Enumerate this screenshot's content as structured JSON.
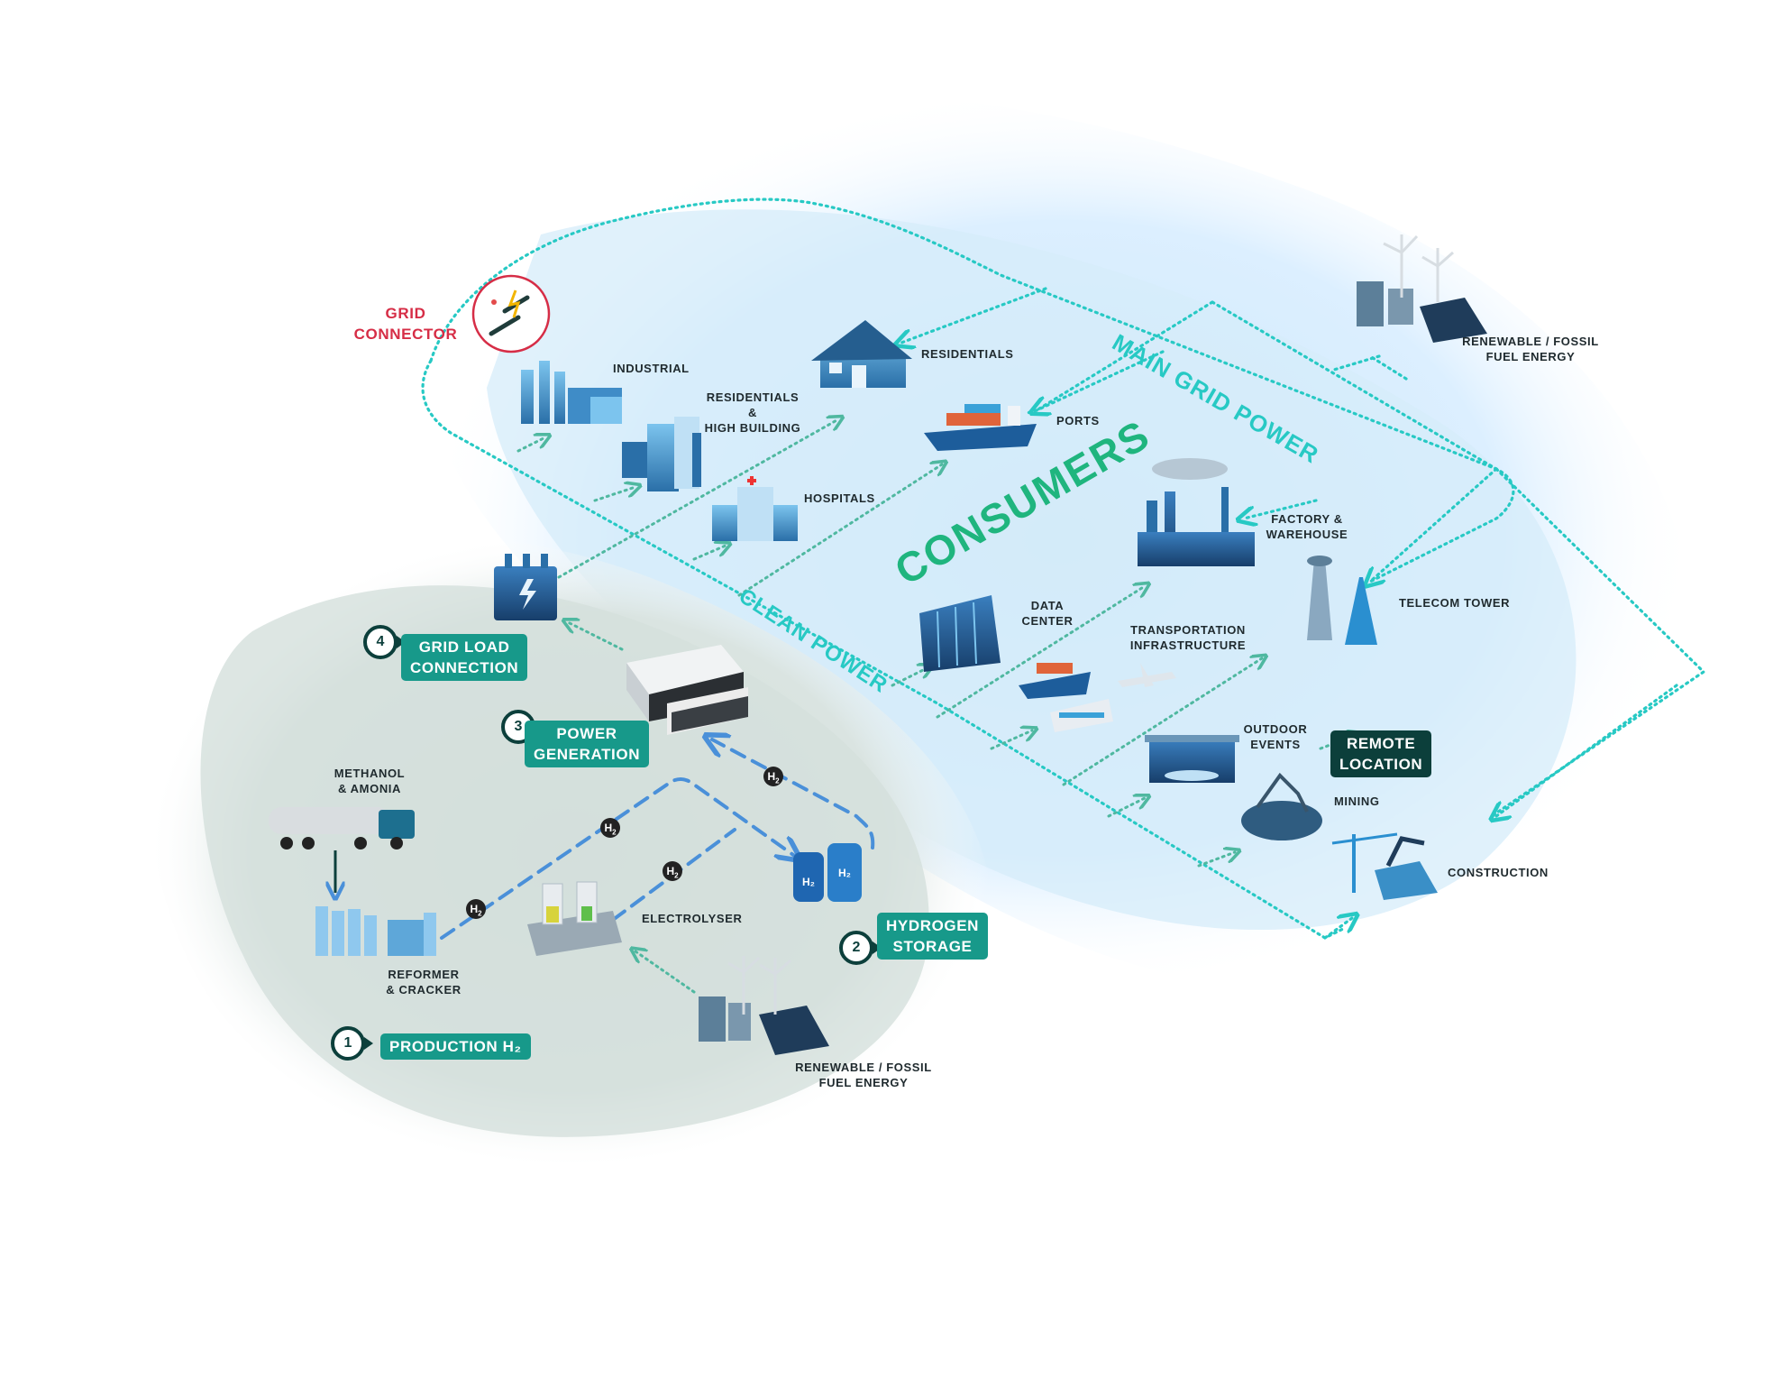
{
  "colors": {
    "clean_flow": "#27c9c4",
    "hydrogen_flow": "#4a90d9",
    "teal_badge": "#17998a",
    "dark_badge": "#0c3f3b",
    "grid_connector": "#d62d46",
    "consumers_text": "#1fb57e"
  },
  "flow_labels": {
    "main_grid_power": "MAIN GRID POWER",
    "clean_power": "CLEAN POWER",
    "consumers": "CONSUMERS"
  },
  "grid_connector": {
    "label": "GRID\nCONNECTOR",
    "icon": "plug-icon"
  },
  "steps": [
    {
      "number": "1",
      "label": "PRODUCTION H₂"
    },
    {
      "number": "2",
      "label": "HYDROGEN\nSTORAGE"
    },
    {
      "number": "3",
      "label": "POWER\nGENERATION"
    },
    {
      "number": "4",
      "label": "GRID LOAD\nCONNECTION"
    }
  ],
  "remote_location": "REMOTE\nLOCATION",
  "hydrogen_token": "H",
  "production_nodes": {
    "methanol": "METHANOL\n& AMONIA",
    "reformer": "REFORMER\n& CRACKER",
    "electrolyser": "ELECTROLYSER",
    "renewable_bottom": "RENEWABLE  / FOSSIL\nFUEL  ENERGY"
  },
  "renewable_top": "RENEWABLE  / FOSSIL\nFUEL  ENERGY",
  "consumers": {
    "industrial": "INDUSTRIAL",
    "residentials_high": "RESIDENTIALS\n&\nHIGH BUILDING",
    "residentials": "RESIDENTIALS",
    "hospitals": "HOSPITALS",
    "ports": "PORTS",
    "factory": "FACTORY &\nWAREHOUSE",
    "telecom": "TELECOM TOWER",
    "data_center": "DATA\nCENTER",
    "transportation": "TRANSPORTATION\nINFRASTRUCTURE",
    "outdoor": "OUTDOOR\nEVENTS",
    "mining": "MINING",
    "construction": "CONSTRUCTION"
  }
}
